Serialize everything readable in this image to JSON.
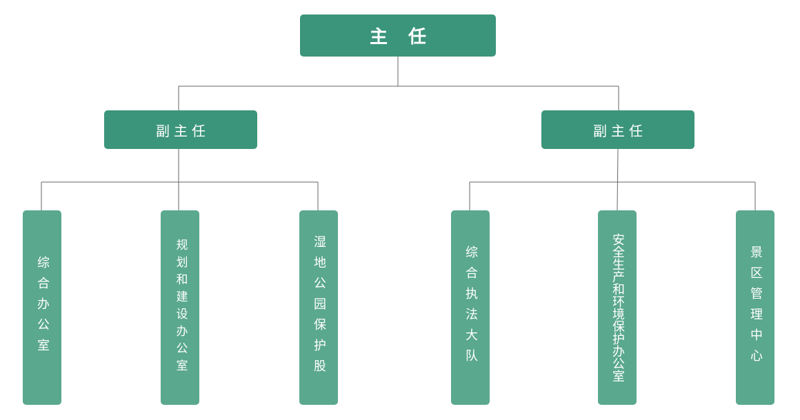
{
  "org_chart": {
    "top": {
      "label": "主任"
    },
    "deputies": [
      {
        "label": "副主任",
        "units": [
          {
            "label": "综合办公室"
          },
          {
            "label": "规划和建设办公室"
          },
          {
            "label": "湿地公园保护股"
          }
        ]
      },
      {
        "label": "副主任",
        "units": [
          {
            "label": "综合执法大队"
          },
          {
            "label": "安全生产和环境保护办公室"
          },
          {
            "label": "景区管理中心"
          }
        ]
      }
    ]
  },
  "colors": {
    "primary_box": "#3b957a",
    "unit_box": "#5aa88e",
    "connector": "#666666"
  }
}
